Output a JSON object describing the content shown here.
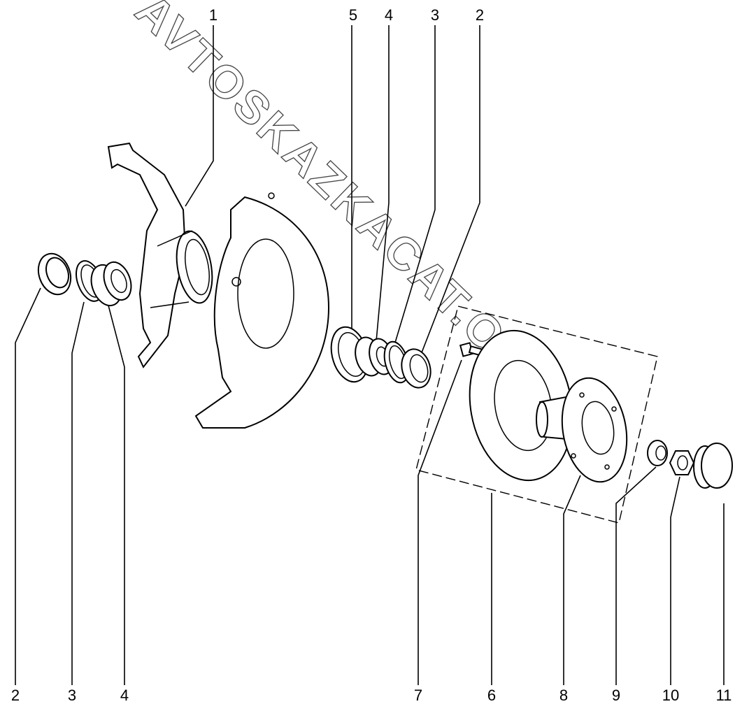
{
  "watermark": "AVTOSKAZKACAT.ONLINE",
  "callouts_top": [
    {
      "id": "t1",
      "label": "1"
    },
    {
      "id": "t5",
      "label": "5"
    },
    {
      "id": "t4",
      "label": "4"
    },
    {
      "id": "t3",
      "label": "3"
    },
    {
      "id": "t2",
      "label": "2"
    }
  ],
  "callouts_bottom": [
    {
      "id": "b2",
      "label": "2"
    },
    {
      "id": "b3",
      "label": "3"
    },
    {
      "id": "b4",
      "label": "4"
    },
    {
      "id": "b7",
      "label": "7"
    },
    {
      "id": "b6",
      "label": "6"
    },
    {
      "id": "b8",
      "label": "8"
    },
    {
      "id": "b9",
      "label": "9"
    },
    {
      "id": "b10",
      "label": "10"
    },
    {
      "id": "b11",
      "label": "11"
    }
  ]
}
